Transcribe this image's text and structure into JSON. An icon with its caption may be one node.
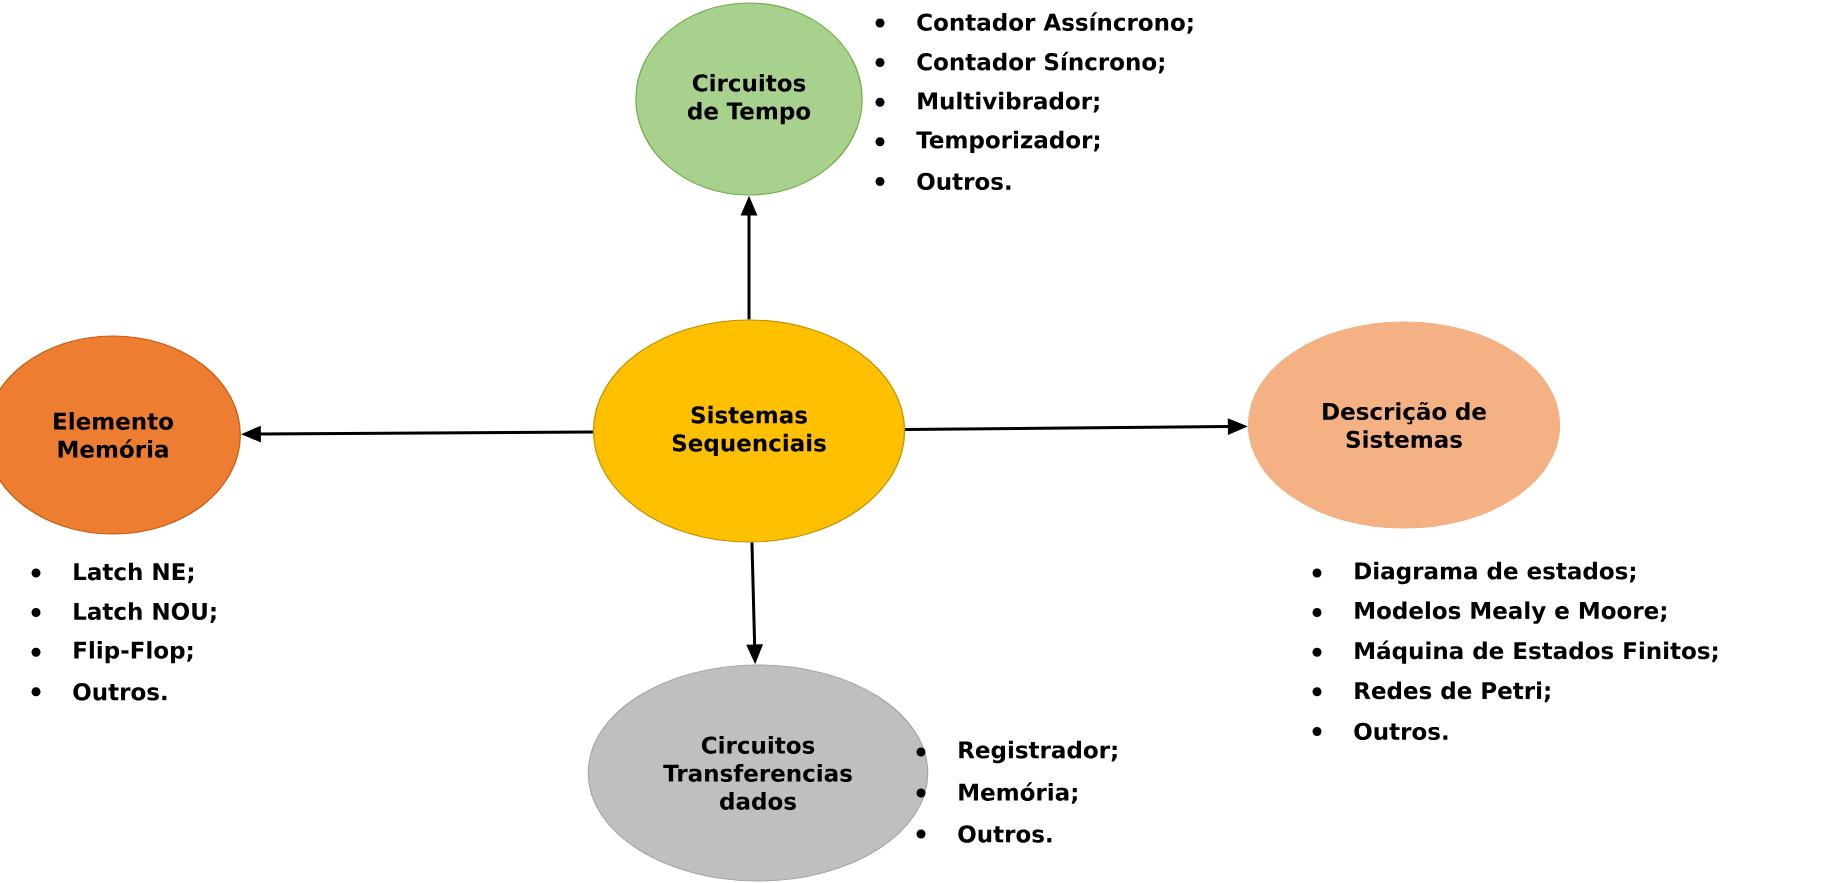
{
  "diagram": {
    "nodes": [
      {
        "text": [
          "Circuitos de Tempo"
        ],
        "beside": [
          "Contador Assíncrono;",
          "Contador Síncrono;",
          "Multivibrador;",
          "Temporizador;",
          "Outros."
        ]
      },
      {
        "text": [
          "Elemento Memória"
        ],
        "beside": [
          "Latch NE;",
          "Latch NOU;",
          "Flip-Flop;",
          "Outros."
        ]
      },
      {
        "text": [
          "Sistemas Sequenciais"
        ]
      },
      {
        "text": [
          "Descrição de Sistemas"
        ],
        "beside": [
          "Diagrama de estados;",
          "Modelos Mealy e Moore;",
          "Máquina de Estados Finitos;",
          "Redes de Petri;",
          "Outros."
        ]
      },
      {
        "text": [
          "Circuitos Transferencias dados"
        ],
        "beside": [
          "Registrador;",
          "Memória;",
          "Outros."
        ]
      }
    ],
    "edges": [
      {
        "from": 2,
        "to": 0,
        "arrow": "to"
      },
      {
        "from": 2,
        "to": 1,
        "arrow": "to"
      },
      {
        "from": 2,
        "to": 3,
        "arrow": "to"
      },
      {
        "from": 2,
        "to": 4,
        "arrow": "to"
      }
    ]
  }
}
